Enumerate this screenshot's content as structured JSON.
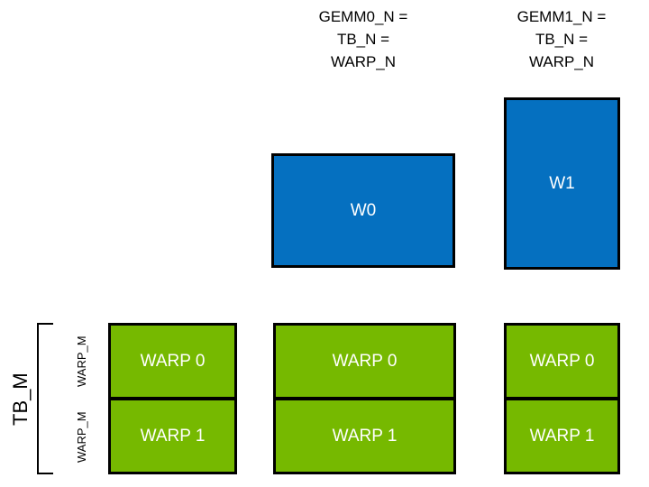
{
  "diagram": {
    "title_captions": [
      {
        "id": "gemm0",
        "text": "GEMM0_N =\nTB_N =\nWARP_N"
      },
      {
        "id": "gemm1",
        "text": "GEMM1_N =\nTB_N =\nWARP_N"
      }
    ],
    "blue_tiles": [
      {
        "id": "w0",
        "label": "W0"
      },
      {
        "id": "w1",
        "label": "W1"
      }
    ],
    "warp_columns": [
      {
        "id": "col0",
        "cells": [
          {
            "label": "WARP 0"
          },
          {
            "label": "WARP 1"
          }
        ]
      },
      {
        "id": "col1",
        "cells": [
          {
            "label": "WARP 0"
          },
          {
            "label": "WARP 1"
          }
        ]
      },
      {
        "id": "col2",
        "cells": [
          {
            "label": "WARP 0"
          },
          {
            "label": "WARP 1"
          }
        ]
      }
    ],
    "axis_labels": {
      "tb_m": "TB_M",
      "warp_m_top": "WARP_M",
      "warp_m_bottom": "WARP_M"
    },
    "colors": {
      "blue": "#0570C0",
      "green": "#76B900",
      "border": "#000000",
      "tile_text": "#FFFFFF",
      "caption_text": "#000000",
      "background": "#FFFFFF"
    }
  }
}
